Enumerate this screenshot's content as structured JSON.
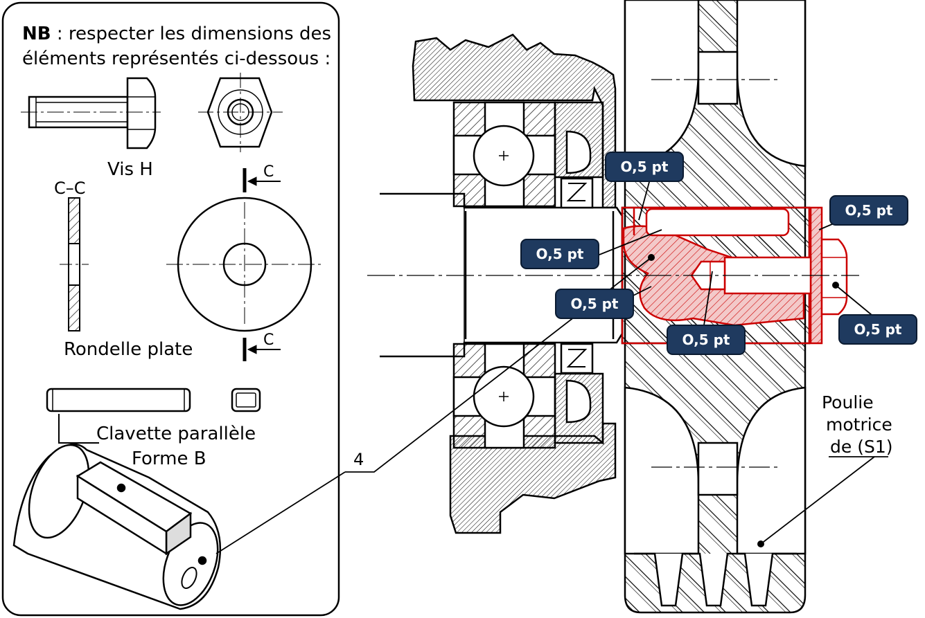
{
  "note": {
    "bold": "NB",
    "line1_rest": " : respecter les dimensions des",
    "line2": "éléments représentés ci-dessous :"
  },
  "parts": {
    "vis": "Vis H",
    "section_title": "C–C",
    "section_mark": "C",
    "rondelle": "Rondelle plate",
    "clavette_line1": "Clavette parallèle",
    "clavette_line2": "Forme B"
  },
  "callouts": {
    "item_4": "4",
    "poulie_line1": "Poulie",
    "poulie_line2": "motrice",
    "poulie_line3": "de (S1)"
  },
  "badges": [
    {
      "label": "O,5 pt"
    },
    {
      "label": "O,5 pt"
    },
    {
      "label": "O,5 pt"
    },
    {
      "label": "O,5 pt"
    },
    {
      "label": "O,5 pt"
    },
    {
      "label": "O,5 pt"
    }
  ],
  "colors": {
    "badge_fill": "#1f3a5f",
    "answer_red": "#cc0000",
    "line": "#000000"
  }
}
